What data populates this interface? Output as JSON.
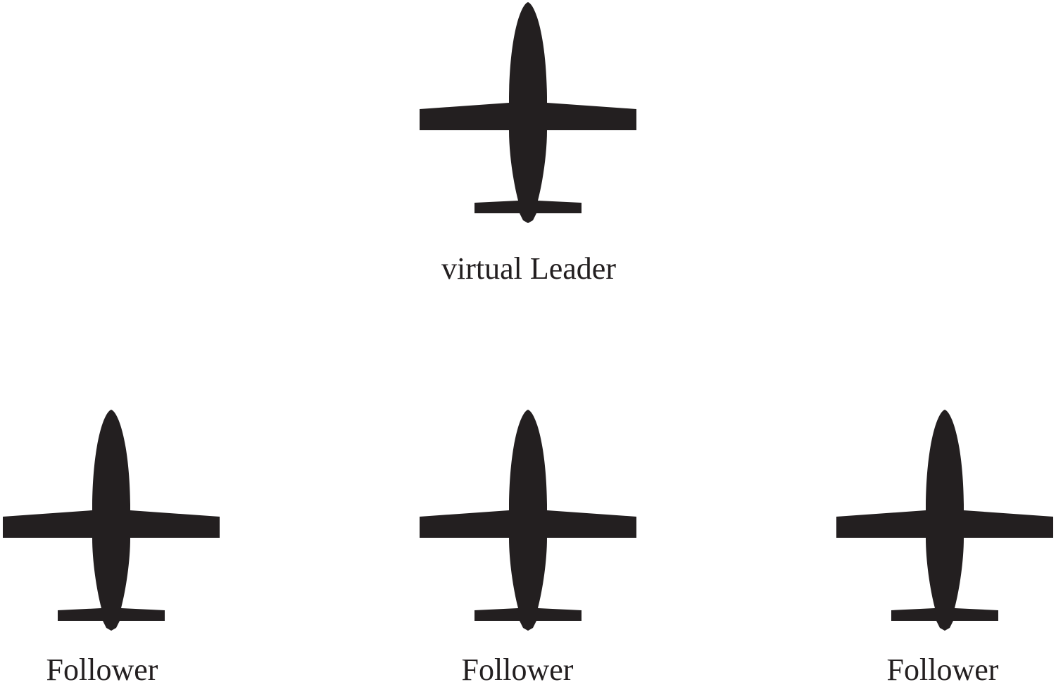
{
  "diagram": {
    "leader": {
      "label": "virtual Leader",
      "icon": "airplane-icon"
    },
    "followers": [
      {
        "label": "Follower",
        "icon": "airplane-icon"
      },
      {
        "label": "Follower",
        "icon": "airplane-icon"
      },
      {
        "label": "Follower",
        "icon": "airplane-icon"
      }
    ],
    "colors": {
      "plane": "#231f20",
      "background": "#ffffff",
      "text": "#231f20"
    }
  }
}
